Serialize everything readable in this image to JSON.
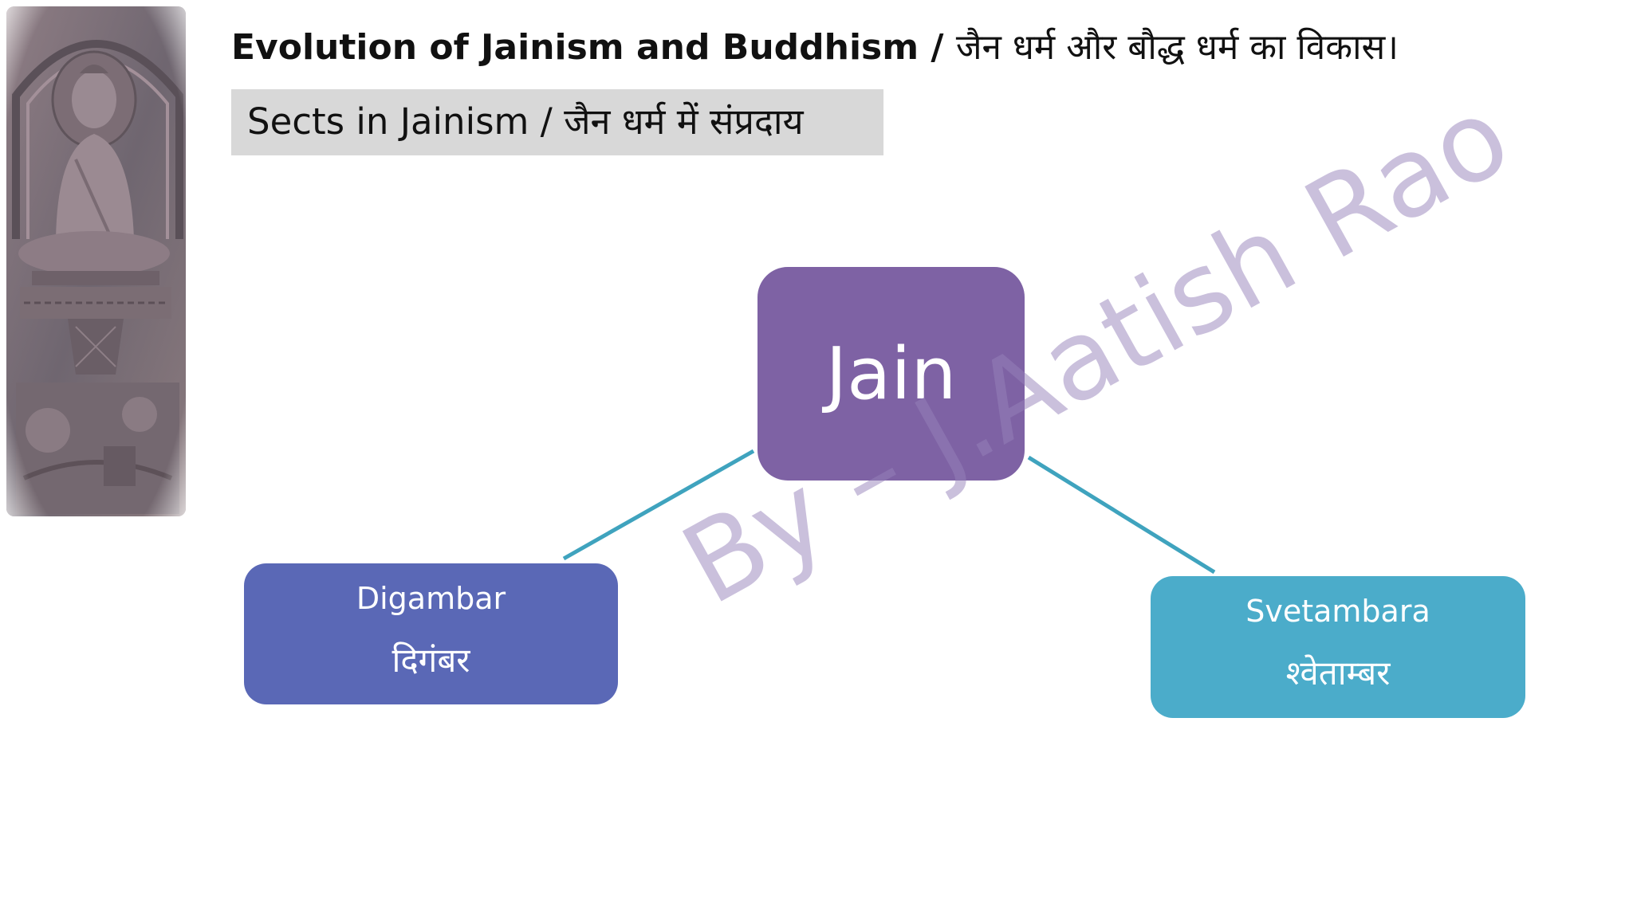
{
  "header": {
    "title_en": "Evolution of Jainism and Buddhism",
    "title_sep": " / ",
    "title_hi": "जैन धर्म और बौद्ध धर्म का विकास।"
  },
  "subheader": {
    "text_en": "Sects in Jainism",
    "text_sep": " / ",
    "text_hi": "जैन धर्म में संप्रदाय"
  },
  "diagram": {
    "root": {
      "label": "Jain"
    },
    "children": [
      {
        "label_en": "Digambar",
        "label_hi": "दिगंबर"
      },
      {
        "label_en": "Svetambara",
        "label_hi": "श्वेताम्बर"
      }
    ]
  },
  "watermark": {
    "text": "By – J.Aatish Rao"
  },
  "colors": {
    "root_fill": "#7e62a4",
    "left_fill": "#5a68b6",
    "right_fill": "#4bacca",
    "connector": "#3fa3be",
    "subtitle_bg": "#d8d8d8",
    "watermark": "#9682b9"
  },
  "icons": {
    "side_image": "buddha-relief-image"
  }
}
